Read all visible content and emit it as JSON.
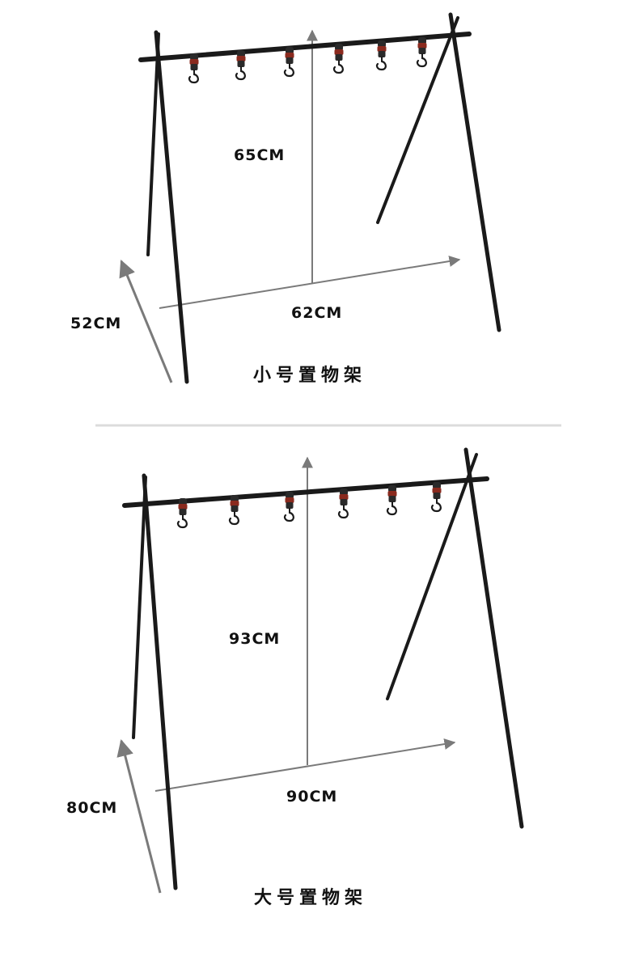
{
  "colors": {
    "background": "#ffffff",
    "frame": "#1a1a1a",
    "arrow": "#7a7a7a",
    "divider": "#dcdcdc",
    "hook_band": "#8a2a1e"
  },
  "small_rack": {
    "caption": "小号置物架",
    "height_label": "65CM",
    "width_label": "62CM",
    "depth_label": "52CM",
    "hook_count": 6
  },
  "large_rack": {
    "caption": "大号置物架",
    "height_label": "93CM",
    "width_label": "90CM",
    "depth_label": "80CM",
    "hook_count": 6
  }
}
